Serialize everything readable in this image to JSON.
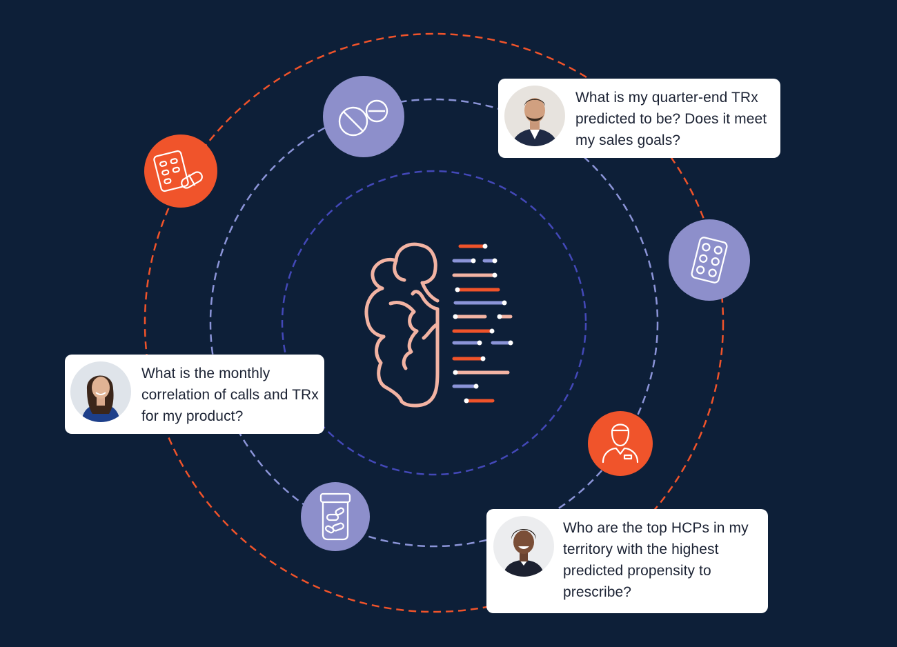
{
  "colors": {
    "background": "#0d1f38",
    "outer_ring": "#f0532a",
    "middle_ring": "#8b94d8",
    "inner_ring": "#4348b8",
    "orange_badge": "#f0542b",
    "lavender_badge": "#8d8fcb",
    "brain_stroke": "#f2b3a3"
  },
  "badges": [
    {
      "name": "pill-blister-orange-icon",
      "style": "orange"
    },
    {
      "name": "pills-icon",
      "style": "lavender"
    },
    {
      "name": "blister-pack-icon",
      "style": "lavender"
    },
    {
      "name": "pharmacist-icon",
      "style": "orange"
    },
    {
      "name": "pill-bottle-icon",
      "style": "lavender"
    }
  ],
  "center": {
    "icon": "brain-data-icon"
  },
  "bubbles": {
    "top": {
      "text": "What is my quarter-end TRx predicted to be? Does it meet my sales goals?",
      "avatar": "man-in-suit-avatar"
    },
    "left": {
      "text": "What is the monthly correlation of calls and TRx for my product?",
      "avatar": "woman-blue-jacket-avatar"
    },
    "bottom": {
      "text": "Who are the top HCPs in my territory with the highest predicted propensity to prescribe?",
      "avatar": "woman-smiling-avatar"
    }
  }
}
